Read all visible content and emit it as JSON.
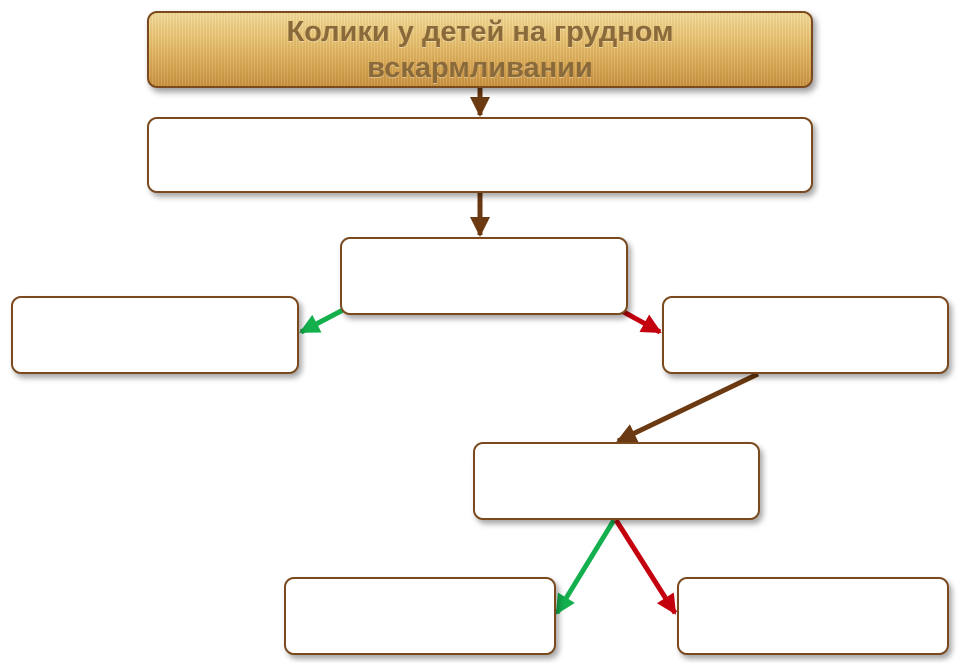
{
  "title": "Колики у детей на грудном вскармливании",
  "colors": {
    "border": "#7a4a1e",
    "title_fill": "#e8c271",
    "title_text": "#8a6a3a",
    "arrow_neutral": "#6b3a12",
    "arrow_yes": "#14b04e",
    "arrow_no": "#c4000f"
  },
  "boxes": [
    {
      "id": "box-1",
      "text": ""
    },
    {
      "id": "box-2",
      "text": ""
    },
    {
      "id": "box-3",
      "text": ""
    },
    {
      "id": "box-4",
      "text": ""
    },
    {
      "id": "box-5",
      "text": ""
    },
    {
      "id": "box-6",
      "text": ""
    },
    {
      "id": "box-7",
      "text": ""
    }
  ],
  "connectors": [
    {
      "from": "title",
      "to": "box-1",
      "color": "arrow_neutral"
    },
    {
      "from": "box-1",
      "to": "box-2",
      "color": "arrow_neutral"
    },
    {
      "from": "box-2",
      "to": "box-3",
      "color": "arrow_yes"
    },
    {
      "from": "box-2",
      "to": "box-4",
      "color": "arrow_no"
    },
    {
      "from": "box-4",
      "to": "box-5",
      "color": "arrow_neutral"
    },
    {
      "from": "box-5",
      "to": "box-6",
      "color": "arrow_yes"
    },
    {
      "from": "box-5",
      "to": "box-7",
      "color": "arrow_no"
    }
  ]
}
